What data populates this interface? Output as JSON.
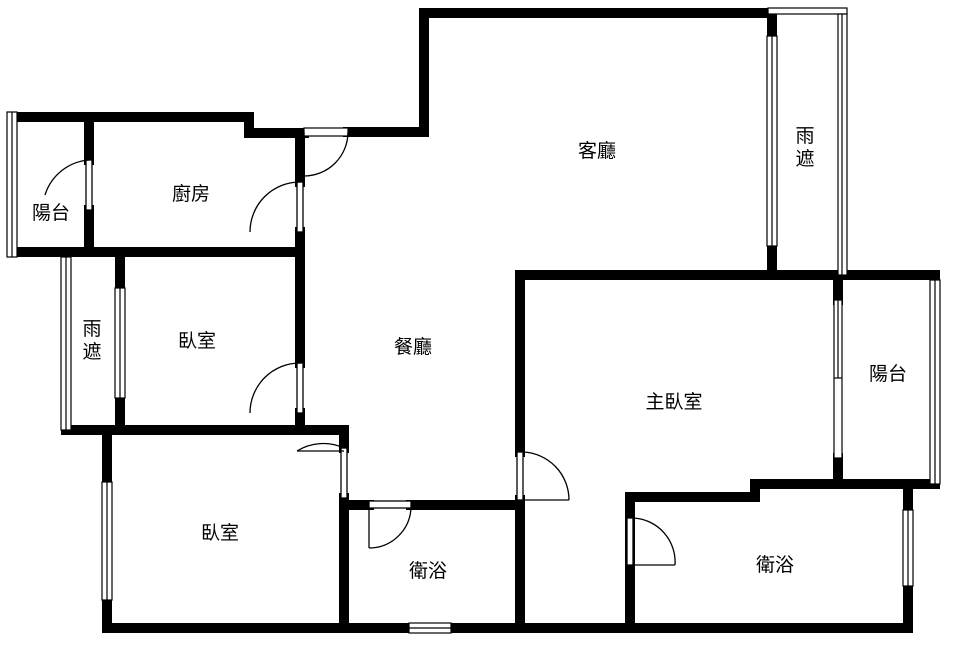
{
  "rooms": {
    "living": "客廳",
    "kitchen": "廚房",
    "balcony_left": "陽台",
    "canopy_right": "雨遮",
    "canopy_left": "雨遮",
    "bedroom_upper": "臥室",
    "dining": "餐廳",
    "master_bedroom": "主臥室",
    "balcony_right": "陽台",
    "bedroom_lower": "臥室",
    "bath_middle": "衛浴",
    "bath_right": "衛浴"
  },
  "colors": {
    "wall": "#000000",
    "background": "#ffffff",
    "window": "#ffffff"
  }
}
